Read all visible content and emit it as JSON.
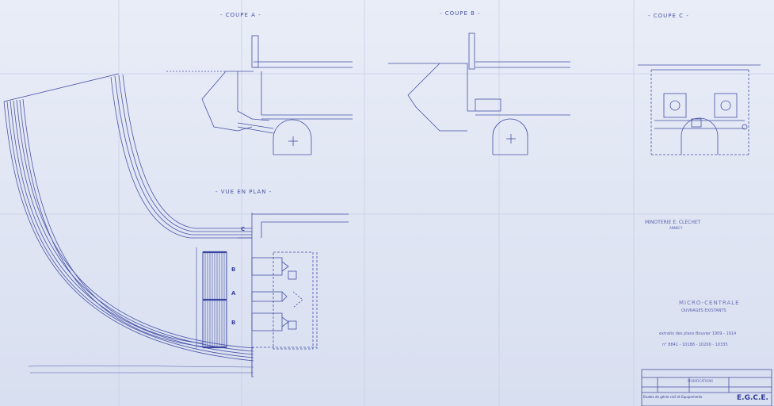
{
  "sections": {
    "coupe_a": "COUPE  A",
    "coupe_b": "COUPE  B",
    "coupe_c": "COUPE  C",
    "vue_en_plan": "VUE EN PLAN"
  },
  "section_markers": {
    "a": "A",
    "b_top": "B",
    "b_bottom": "B",
    "c": "C"
  },
  "client": {
    "name": "MINOTERIE E. CLECHET",
    "city": "ANNECY"
  },
  "title_block": {
    "title": "MICRO-CENTRALE",
    "subtitle": "OUVRAGES EXISTANTS",
    "extract_line": "extraits des plans Bouvier 1909 - 1914",
    "plan_numbers": "n° 8841 - 10188 - 10200 - 10335",
    "modifications": "MODIFICATIONS",
    "company": "Etudes de génie civil et Equipements",
    "logo": "E.G.C.E."
  },
  "colors": {
    "ink": "#3f48a0",
    "paper": "#e2e7f3"
  }
}
